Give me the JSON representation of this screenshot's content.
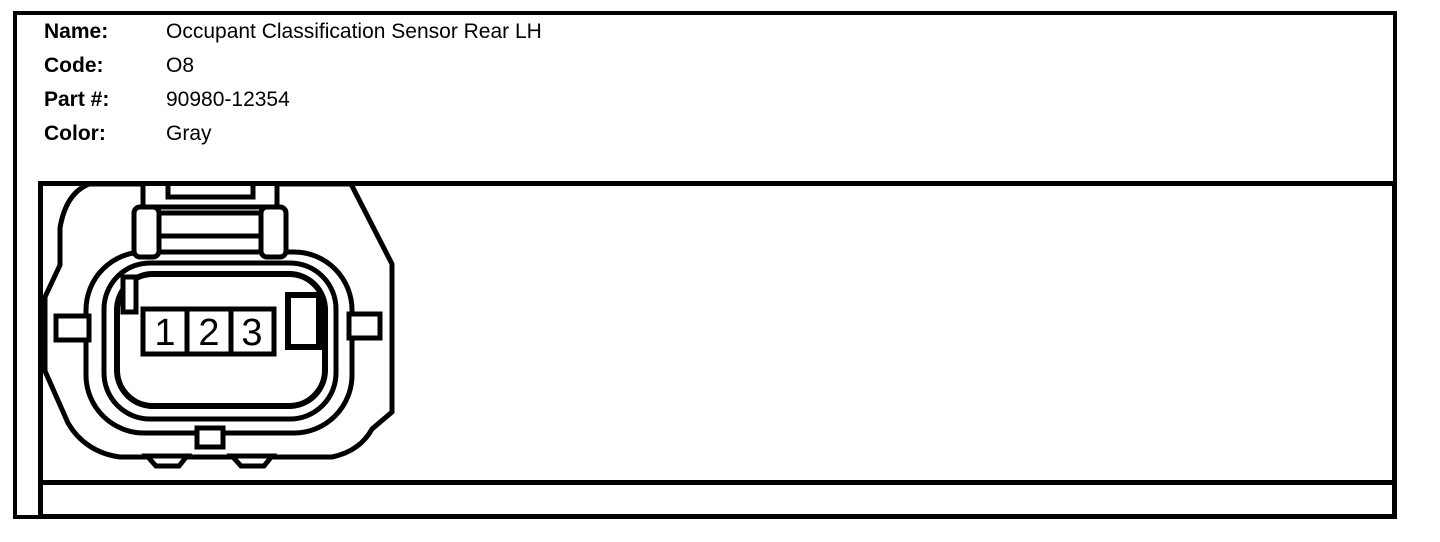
{
  "header": {
    "fields": [
      {
        "label": "Name:",
        "value": "Occupant Classification Sensor Rear LH"
      },
      {
        "label": "Code:",
        "value": "O8"
      },
      {
        "label": "Part #:",
        "value": "90980-12354"
      },
      {
        "label": "Color:",
        "value": "Gray"
      }
    ]
  },
  "connector": {
    "type": "3-pin connector face view",
    "pins": [
      "1",
      "2",
      "3"
    ]
  },
  "colors": {
    "line": "#000000",
    "background": "#ffffff"
  }
}
